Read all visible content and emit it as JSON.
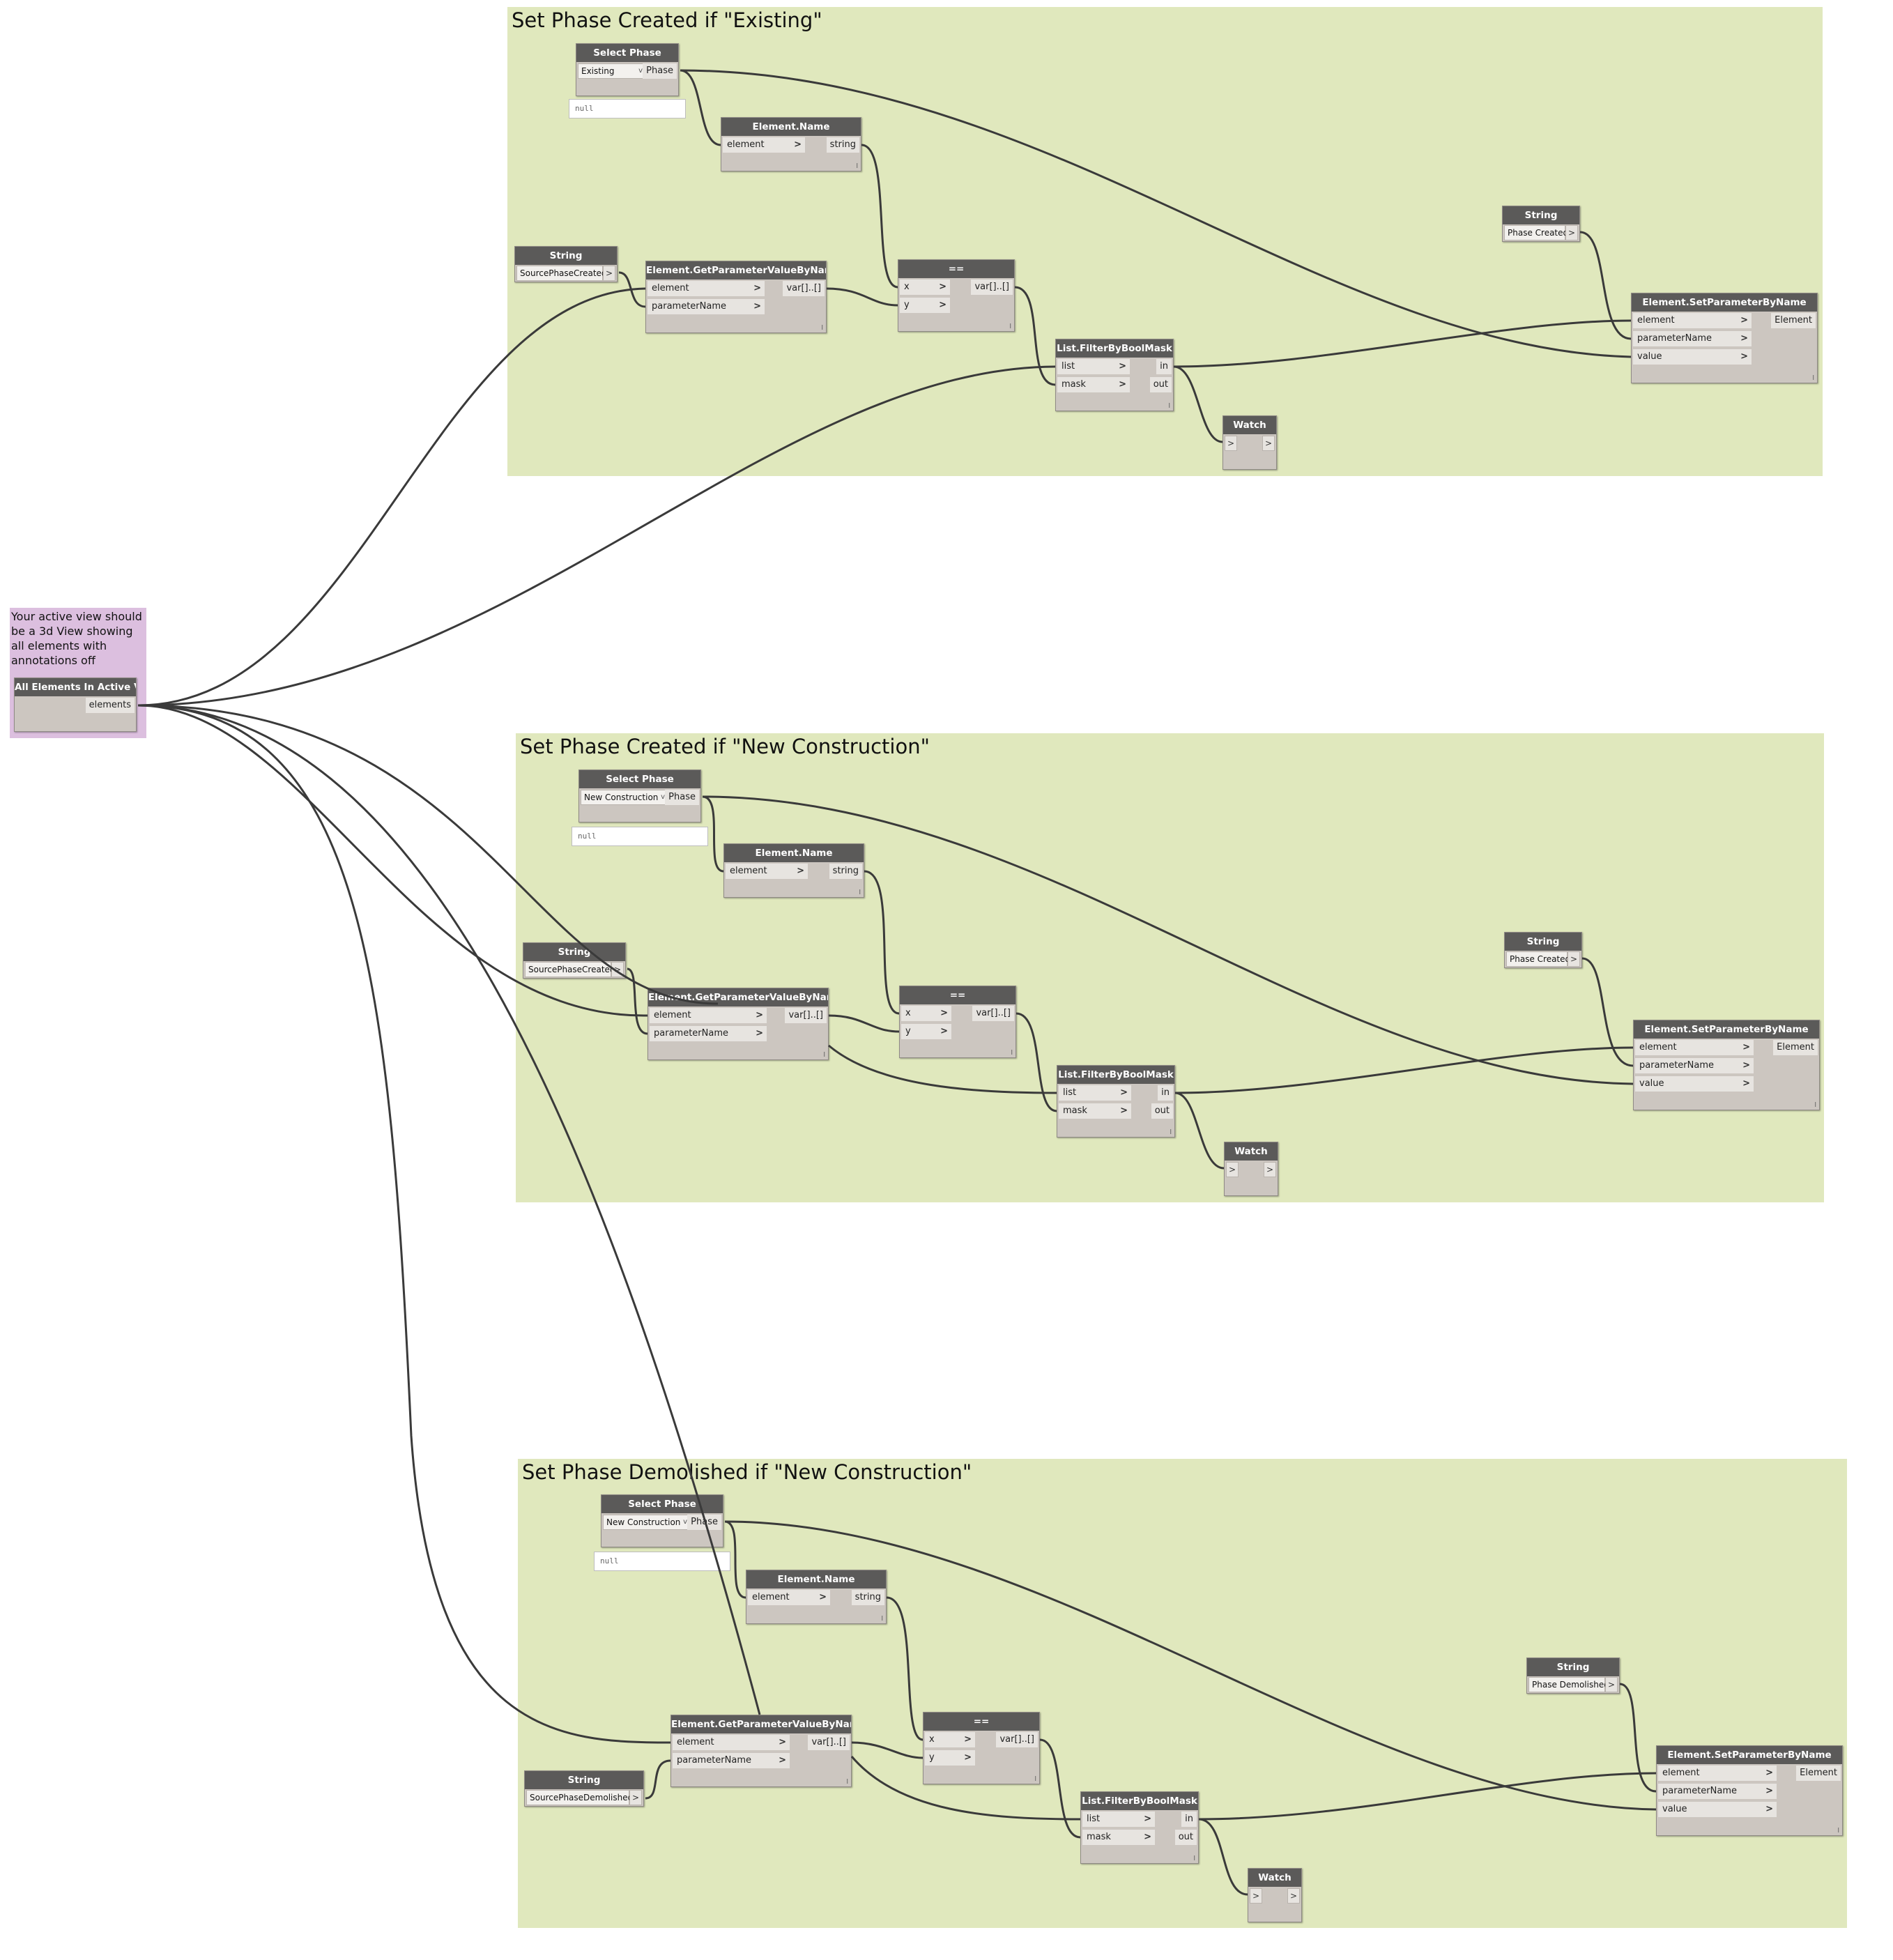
{
  "groups": {
    "g1": {
      "title": "Set Phase Created if \"Existing\""
    },
    "g2": {
      "title": "Set Phase Created if \"New Construction\""
    },
    "g3": {
      "title": "Set Phase Demolished if \"New Construction\""
    }
  },
  "note": {
    "text": "Your active view should be a 3d View showing all elements with annotations off"
  },
  "all_elements": {
    "title": "All Elements In Active View",
    "output": "elements"
  },
  "labels": {
    "select_phase": "Select Phase",
    "phase_port": "Phase",
    "element_name": "Element.Name",
    "element_port": "element",
    "string_port": "string",
    "string_node": "String",
    "get_param": "Element.GetParameterValueByName",
    "parameter_name": "parameterName",
    "var_out": "var[]..[]",
    "equals": "==",
    "x": "x",
    "y": "y",
    "filter": "List.FilterByBoolMask",
    "list": "list",
    "mask": "mask",
    "in": "in",
    "out": "out",
    "watch": "Watch",
    "set_param": "Element.SetParameterByName",
    "value": "value",
    "element_out": "Element",
    "null": "null",
    "chev": ">",
    "lacing": "l",
    "caret": "v"
  },
  "sections": [
    {
      "phase": "Existing",
      "source_param": "SourcePhaseCreated",
      "target_param": "Phase Created"
    },
    {
      "phase": "New Construction",
      "source_param": "SourcePhaseCreated",
      "target_param": "Phase Created"
    },
    {
      "phase": "New Construction",
      "source_param": "SourcePhaseDemolished",
      "target_param": "Phase Demolished"
    }
  ],
  "colors": {
    "group_bg": "#e0e8bd",
    "note_bg": "#dcbfdf",
    "node_header": "#5b5a59",
    "node_body": "#ccc6c0",
    "wire": "#3a3a3a"
  }
}
